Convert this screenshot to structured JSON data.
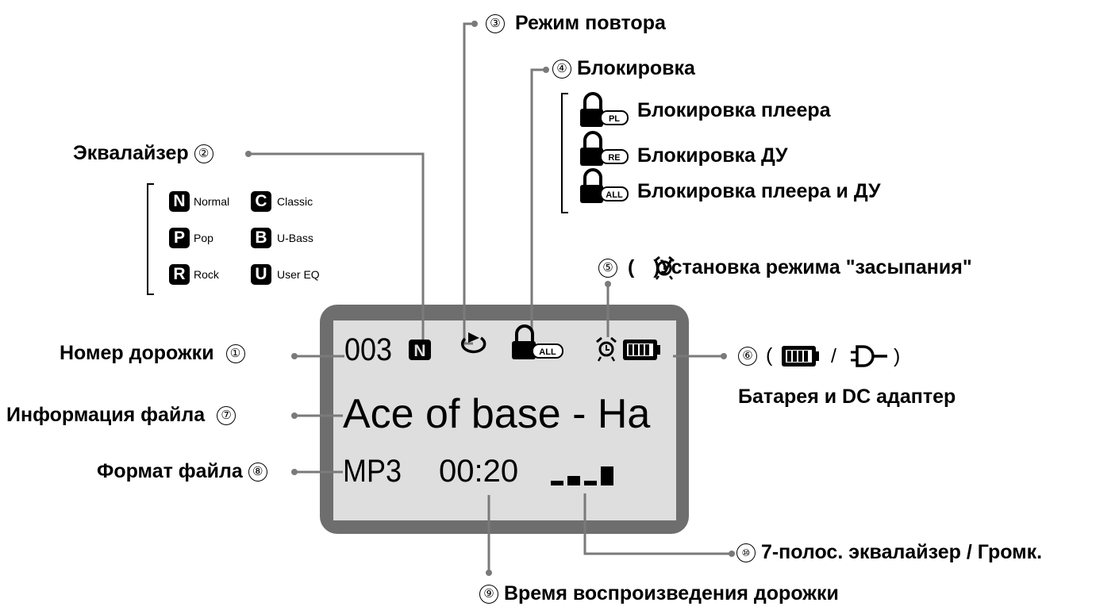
{
  "colors": {
    "device_frame": "#6e6e6e",
    "lcd_bg": "#dedede",
    "leader": "#7a7a7a",
    "text": "#000000"
  },
  "equalizer": {
    "label": "Эквалайзер",
    "num": "②",
    "modes": [
      {
        "badge": "N",
        "name": "Normal"
      },
      {
        "badge": "C",
        "name": "Classic"
      },
      {
        "badge": "P",
        "name": "Pop"
      },
      {
        "badge": "B",
        "name": "U-Bass"
      },
      {
        "badge": "R",
        "name": "Rock"
      },
      {
        "badge": "U",
        "name": "User EQ"
      }
    ]
  },
  "repeat": {
    "num": "③",
    "label": "Режим повтора"
  },
  "lock": {
    "num": "④",
    "label": "Блокировка",
    "items": [
      {
        "badge": "PL",
        "label": "Блокировка плеера"
      },
      {
        "badge": "RE",
        "label": "Блокировка ДУ"
      },
      {
        "badge": "ALL",
        "label": "Блокировка плеера и ДУ"
      }
    ]
  },
  "sleep": {
    "num": "⑤",
    "label_pre": "(",
    "label_post": ")Установка режима \"засыпания\"",
    "icon": "alarm-clock-icon"
  },
  "track": {
    "label": "Номер дорожки",
    "num": "①"
  },
  "power": {
    "num": "⑥",
    "open": "(",
    "sep": "/",
    "close": ")",
    "label": "Батарея и DC адаптер",
    "icons": [
      "battery-icon",
      "dc-plug-icon"
    ]
  },
  "file_info": {
    "label": "Информация файла",
    "num": "⑦"
  },
  "file_format": {
    "label": "Формат файла",
    "num": "⑧"
  },
  "play_time": {
    "num": "⑨",
    "label": "Время воспроизведения дорожки"
  },
  "eq_volume": {
    "num": "⑩",
    "label": "7-полос. эквалайзер / Громк."
  },
  "lcd": {
    "track_number": "003",
    "eq_badge": "N",
    "lock_badge": "ALL",
    "file_text": "Ace of base - Ha",
    "format": "MP3",
    "time": "00:20",
    "level_bars": [
      0.25,
      0.5,
      0.25,
      1.0
    ]
  }
}
